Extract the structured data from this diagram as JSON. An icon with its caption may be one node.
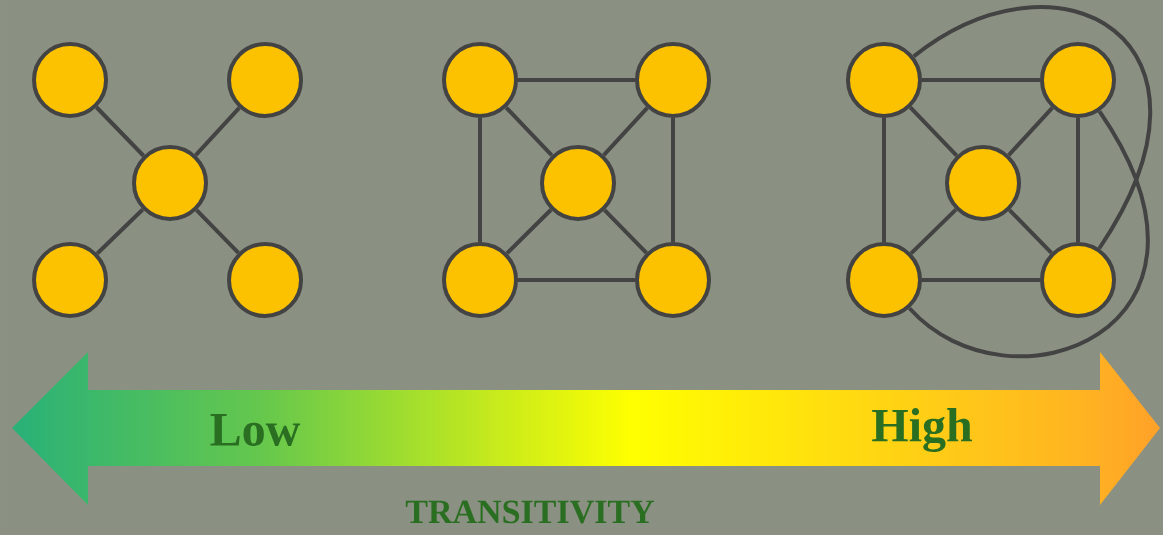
{
  "diagram": {
    "nodes": [
      {
        "text": [],
        "shape": "circle"
      },
      {
        "text": [],
        "shape": "circle"
      },
      {
        "text": [],
        "shape": "circle"
      },
      {
        "text": [],
        "shape": "circle"
      },
      {
        "text": [],
        "shape": "circle"
      },
      {
        "text": [],
        "shape": "circle"
      },
      {
        "text": [],
        "shape": "circle"
      },
      {
        "text": [],
        "shape": "circle"
      },
      {
        "text": [],
        "shape": "circle"
      },
      {
        "text": [],
        "shape": "circle"
      },
      {
        "text": [],
        "shape": "circle"
      },
      {
        "text": [],
        "shape": "circle"
      },
      {
        "text": [],
        "shape": "circle"
      },
      {
        "text": [],
        "shape": "circle"
      },
      {
        "text": [],
        "shape": "circle"
      }
    ],
    "edges": [
      {
        "from": 0,
        "to": 2,
        "arrow": "none"
      },
      {
        "from": 1,
        "to": 2,
        "arrow": "none"
      },
      {
        "from": 2,
        "to": 3,
        "arrow": "none"
      },
      {
        "from": 2,
        "to": 4,
        "arrow": "none"
      },
      {
        "from": 5,
        "to": 6,
        "arrow": "none"
      },
      {
        "from": 5,
        "to": 7,
        "arrow": "none"
      },
      {
        "from": 6,
        "to": 7,
        "arrow": "none"
      },
      {
        "from": 5,
        "to": 8,
        "arrow": "none"
      },
      {
        "from": 6,
        "to": 9,
        "arrow": "none"
      },
      {
        "from": 7,
        "to": 8,
        "arrow": "none"
      },
      {
        "from": 7,
        "to": 9,
        "arrow": "none"
      },
      {
        "from": 8,
        "to": 9,
        "arrow": "none"
      },
      {
        "from": 10,
        "to": 11,
        "arrow": "none"
      },
      {
        "from": 10,
        "to": 12,
        "arrow": "none"
      },
      {
        "from": 11,
        "to": 12,
        "arrow": "none"
      },
      {
        "from": 10,
        "to": 13,
        "arrow": "none"
      },
      {
        "from": 11,
        "to": 14,
        "arrow": "none"
      },
      {
        "from": 12,
        "to": 13,
        "arrow": "none"
      },
      {
        "from": 12,
        "to": 14,
        "arrow": "none"
      },
      {
        "from": 13,
        "to": 14,
        "arrow": "none"
      },
      {
        "from": 10,
        "to": 14,
        "arrow": "none"
      },
      {
        "from": 13,
        "to": 11,
        "arrow": "none"
      }
    ],
    "labels": [
      "Low",
      "High",
      "TRANSITIVITY"
    ]
  }
}
